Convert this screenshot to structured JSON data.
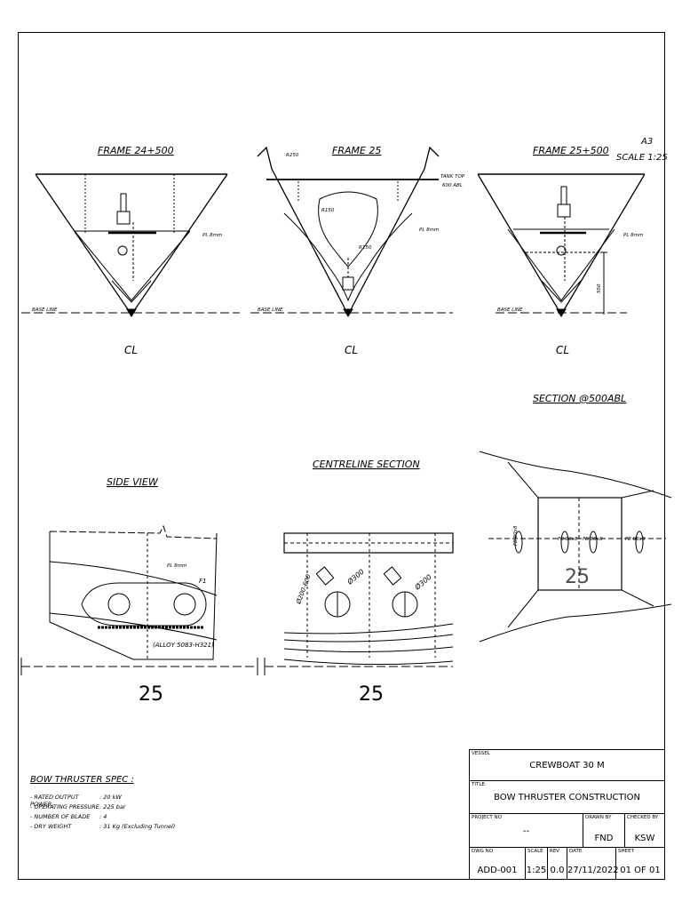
{
  "sheet": {
    "size": "A3",
    "scale": "SCALE 1:25"
  },
  "frames": [
    {
      "title": "FRAME 24+500",
      "cl": "CL",
      "baseline": "BASE LINE",
      "plate": "PL 8mm"
    },
    {
      "title": "FRAME 25",
      "cl": "CL",
      "baseline": "BASE LINE",
      "plate": "PL 8mm",
      "tank_top": "TANK TOP",
      "tank_top_2": "600 ABL",
      "dim_1": "R150",
      "dim_2": "R150",
      "dim_3": "R250"
    },
    {
      "title": "FRAME 25+500",
      "cl": "CL",
      "baseline": "BASE LINE",
      "plate": "PL 8mm",
      "dim": "550"
    }
  ],
  "section": {
    "title": "SECTION @500ABL",
    "number": "25",
    "plates": [
      "FB 80x8",
      "FB 80x8",
      "FB 80x8",
      "FB 80x8"
    ]
  },
  "side_view": {
    "title": "SIDE VIEW",
    "frame_number": "25",
    "note": "(ALLOY 5083-H321)",
    "plate": "PL 8mm",
    "mark": "F1"
  },
  "centreline": {
    "title": "CENTRELINE SECTION",
    "frame_number": "25",
    "dia_1": "Ø300",
    "dia_2": "Ø300",
    "dim": "Ø200-600"
  },
  "spec": {
    "title": "BOW THRUSTER SPEC :",
    "rows": [
      {
        "label": "- RATED OUTPUT POWER",
        "value": ": 20 kW"
      },
      {
        "label": "- OPERATING PRESSURE",
        "value": ": 225 bar"
      },
      {
        "label": "- NUMBER OF BLADE",
        "value": ": 4"
      },
      {
        "label": "- DRY WEIGHT",
        "value": ": 31 Kg (Excluding Tunnel)"
      }
    ]
  },
  "title_block": {
    "vessel_label": "VESSEL",
    "vessel": "CREWBOAT 30 M",
    "title_label": "TITLE",
    "title": "BOW THRUSTER CONSTRUCTION",
    "project_label": "PROJECT NO",
    "project": "--",
    "drawn_label": "DRAWN BY",
    "drawn": "FND",
    "checked_label": "CHECKED BY",
    "checked": "KSW",
    "dwg_label": "DWG NO",
    "dwg": "ADD-001",
    "scale_label": "SCALE",
    "scale": "1:25",
    "rev_label": "REV",
    "rev": "0.0",
    "date_label": "DATE",
    "date": "27/11/2022",
    "sheet_label": "SHEET",
    "sheet": "01 OF 01"
  }
}
